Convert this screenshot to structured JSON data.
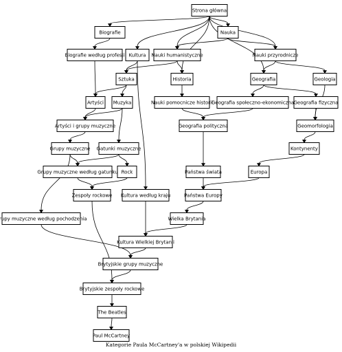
{
  "caption": "Kategorie Paula McCartney'a w polskiej Wikipedii",
  "nodes": {
    "strona": "Strona główna",
    "biografie": "Biografie",
    "nauka": "Nauka",
    "biog_prof": "Biografie według profesji",
    "kultura": "Kultura",
    "nauki_hum": "Nauki humanistyczne",
    "nauki_przyr": "Nauki przyrodnicze",
    "sztuka": "Sztuka",
    "historia": "Historia",
    "geografia": "Geografia",
    "geologia": "Geologia",
    "artysci": "Artyści",
    "muzyka": "Muzyka",
    "nauki_pom": "Nauki pomocnicze historii",
    "geo_spol": "Geografia społeczno-ekonomiczna",
    "geo_fiz": "Geografia fizyczna",
    "art_grupy": "Artyści i grupy muzyczne",
    "geo_pol": "Geografia polityczna",
    "geomorf": "Geomorfologia",
    "grupy_muz": "Grupy muzyczne",
    "gatunki": "Gatunki muzyczne",
    "kontynenty": "Kontynenty",
    "grupy_gat": "Grupy muzyczne według gatunku",
    "rock": "Rock",
    "panstwa_sw": "Państwa świata",
    "europa": "Europa",
    "zesp_rock": "Zespoły rockowe",
    "kult_kraj": "Kultura według kraju",
    "panstwa_eu": "Państwa Europy",
    "grupy_poch": "Grupy muzyczne według pochodzenia",
    "wielka_bryt": "Wielka Brytania",
    "kult_wb": "Kultura Wielkiej Brytanii",
    "bryt_grupy": "Brytyjskie grupy muzyczne",
    "bryt_zesp": "Brytyjskie zespoły rockowe",
    "beatles": "The Beatles",
    "mccartney": "Paul McCartney"
  }
}
